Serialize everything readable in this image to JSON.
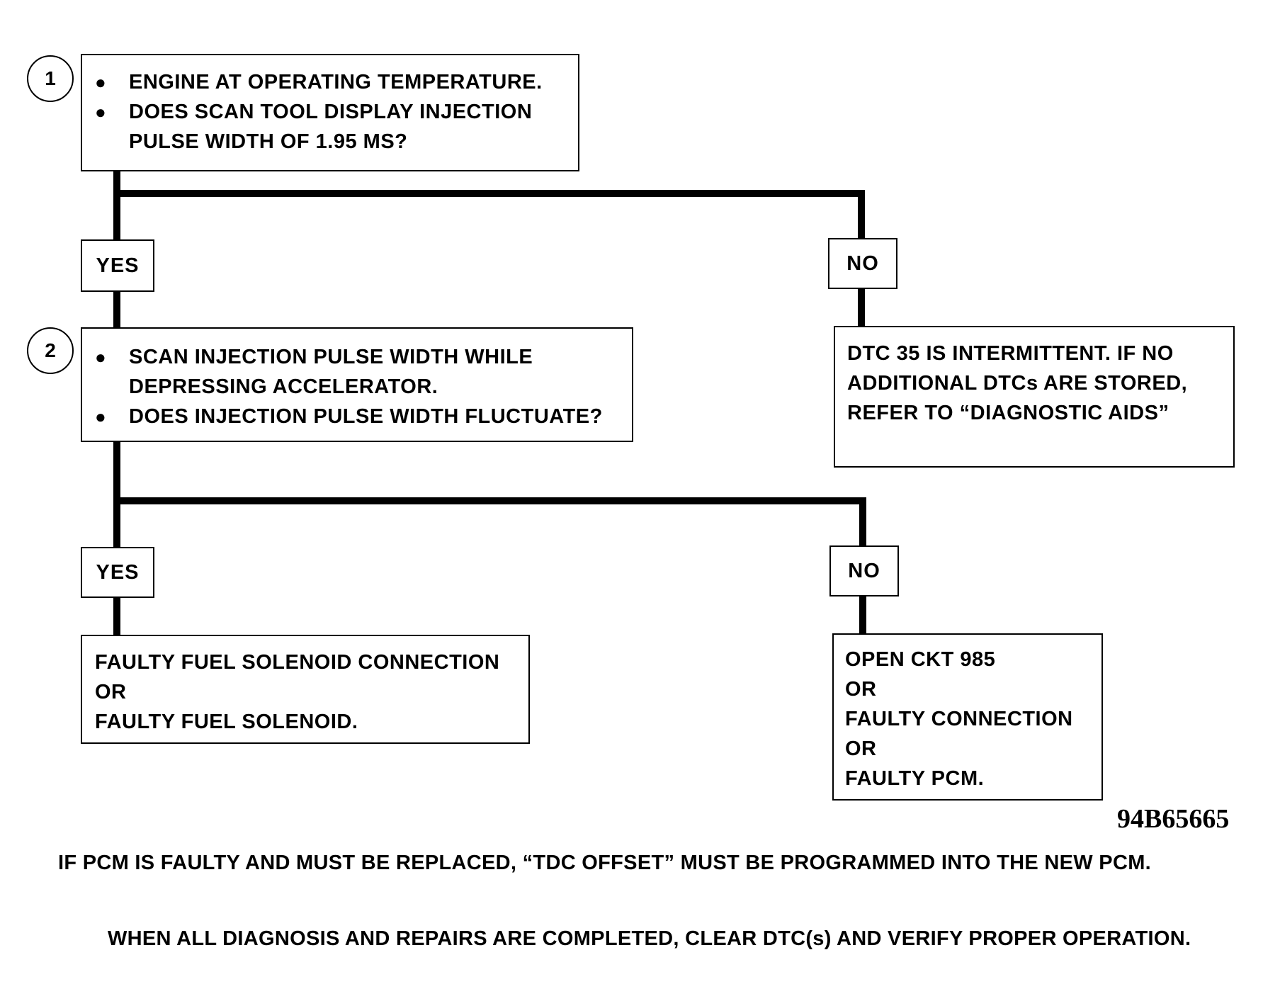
{
  "step1": {
    "number": "1",
    "bullets": [
      "ENGINE AT OPERATING TEMPERATURE.",
      "DOES SCAN TOOL DISPLAY INJECTION",
      "PULSE WIDTH OF 1.95 MS?"
    ]
  },
  "branch1": {
    "yes": "YES",
    "no": "NO"
  },
  "step2": {
    "number": "2",
    "lines": [
      "SCAN INJECTION PULSE WIDTH WHILE",
      "DEPRESSING ACCELERATOR.",
      "DOES INJECTION PULSE WIDTH FLUCTUATE?"
    ]
  },
  "result_intermittent": {
    "lines": [
      "DTC 35 IS INTERMITTENT.  IF NO",
      "ADDITIONAL DTCs ARE STORED,",
      "REFER TO “DIAGNOSTIC AIDS”"
    ]
  },
  "branch2": {
    "yes": "YES",
    "no": "NO"
  },
  "result_solenoid": {
    "lines": [
      "FAULTY FUEL SOLENOID CONNECTION",
      "OR",
      "FAULTY FUEL SOLENOID."
    ]
  },
  "result_pcm": {
    "lines": [
      "OPEN CKT 985",
      "OR",
      "FAULTY CONNECTION",
      "OR",
      "FAULTY PCM."
    ]
  },
  "figure_id": "94B65665",
  "notes": [
    "IF PCM IS FAULTY AND MUST BE REPLACED, “TDC OFFSET” MUST BE PROGRAMMED INTO THE NEW PCM.",
    "WHEN ALL DIAGNOSIS AND REPAIRS ARE COMPLETED, CLEAR DTC(s) AND VERIFY PROPER OPERATION."
  ]
}
